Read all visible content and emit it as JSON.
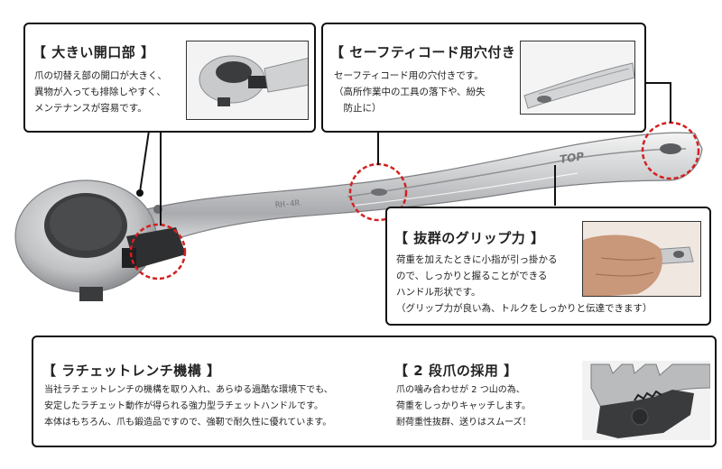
{
  "callouts": {
    "big_opening": {
      "title": "【 大きい開口部 】",
      "lines": [
        "爪の切替え部の開口が大きく、",
        "異物が入っても排除しやすく、",
        "メンテナンスが容易です。"
      ]
    },
    "safety_cord": {
      "title": "【 セーフティコード用穴付き 】",
      "lines": [
        "セーフティコード用の穴付きです。",
        "（高所作業中の工具の落下や、紛失",
        "　防止に）"
      ]
    },
    "grip": {
      "title": "【 抜群のグリップ力 】",
      "lines": [
        "荷重を加えたときに小指が引っ掛かる",
        "ので、しっかりと握ることができる",
        "ハンドル形状です。",
        "（グリップ力が良い為、トルクをしっかりと伝達できます）"
      ]
    },
    "mechanism": {
      "title": "【 ラチェットレンチ機構 】",
      "lines": [
        "当社ラチェットレンチの機構を取り入れ、あらゆる過酷な環境下でも、",
        "安定したラチェット動作が得られる強力型ラチェットハンドルです。",
        "本体はもちろん、爪も鍛造品ですので、強靭で耐久性に優れています。"
      ]
    },
    "two_stage": {
      "title": "【 2 段爪の採用 】",
      "lines": [
        "爪の噛み合わせが 2 つ山の為、",
        "荷重をしっかりキャッチします。",
        "耐荷重性抜群、送りはスムーズ！"
      ]
    }
  },
  "tool_markings": {
    "model": "RH-4R",
    "brand": "TOP"
  },
  "colors": {
    "highlight_circle": "#d42020",
    "border": "#111111"
  }
}
